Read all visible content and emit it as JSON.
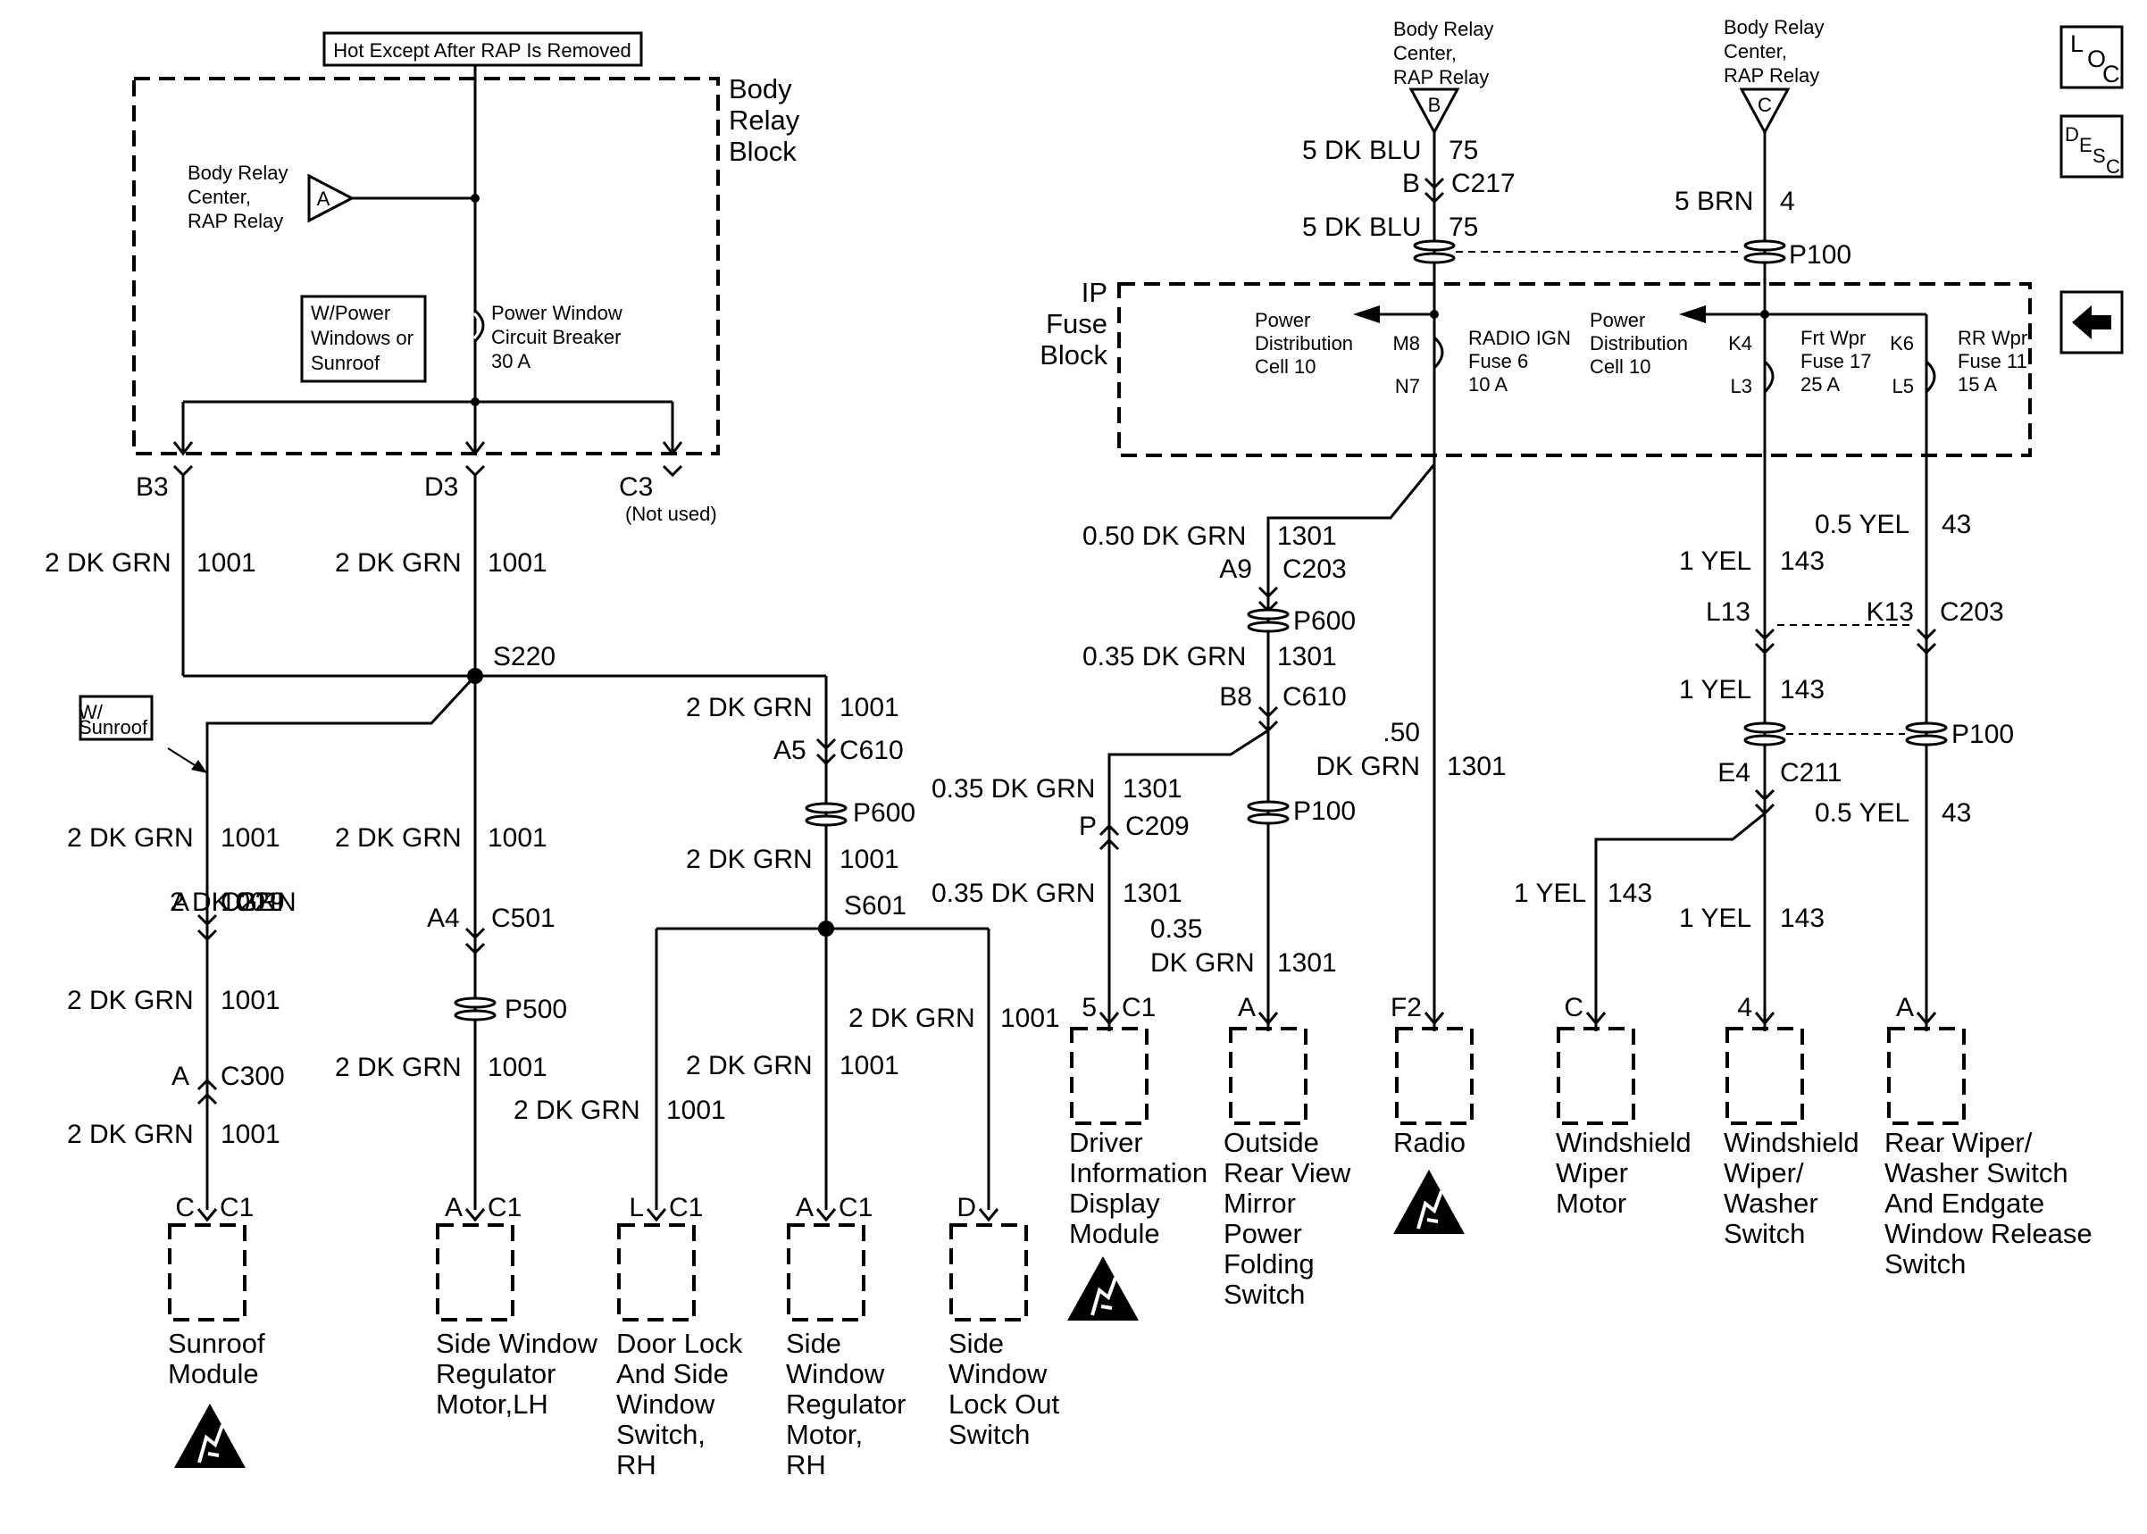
{
  "header": {
    "hot_label": "Hot Except After RAP Is Removed"
  },
  "body_relay_block": {
    "title": [
      "Body",
      "Relay",
      "Block"
    ],
    "rap_source": {
      "lines": [
        "Body Relay",
        "Center,",
        "RAP Relay"
      ],
      "tag": "A"
    },
    "option_box": [
      "W/Power",
      "Windows or",
      "Sunroof"
    ],
    "breaker": [
      "Power Window",
      "Circuit Breaker",
      "30 A"
    ],
    "outputs": [
      {
        "pin": "B3"
      },
      {
        "pin": "D3"
      },
      {
        "pin": "C3",
        "note": "(Not used)"
      }
    ]
  },
  "ip_fuse_block": {
    "title": [
      "IP",
      "Fuse",
      "Block"
    ],
    "fuses": [
      {
        "in_pin": "M8",
        "out_pin": "N7",
        "lines": [
          "RADIO IGN",
          "Fuse 6",
          "10 A"
        ]
      },
      {
        "in_pin": "K4",
        "out_pin": "L3",
        "lines": [
          "Frt Wpr",
          "Fuse 17",
          "25 A"
        ]
      },
      {
        "in_pin": "K6",
        "out_pin": "L5",
        "lines": [
          "RR Wpr",
          "Fuse 11",
          "15 A"
        ]
      }
    ],
    "pdc_labels": [
      [
        "Power",
        "Distribution",
        "Cell 10"
      ],
      [
        "Power",
        "Distribution",
        "Cell 10"
      ]
    ]
  },
  "feeds": [
    {
      "lines": [
        "Body Relay",
        "Center,",
        "RAP Relay"
      ],
      "tag": "B"
    },
    {
      "lines": [
        "Body Relay",
        "Center,",
        "RAP Relay"
      ],
      "tag": "C"
    }
  ],
  "side_icons": {
    "loc": [
      "L",
      "O",
      "C"
    ],
    "desc": [
      "D",
      "E",
      "S",
      "C"
    ],
    "arrow": "left-arrow-icon"
  },
  "splices": [
    "S220",
    "S601"
  ],
  "wire_labels": [
    "2 DK GRN",
    "1001",
    "2 DK GRN",
    "1001",
    "2 DK GRN",
    "1001",
    "2 DK GRN",
    "1001",
    "2 DK GRN",
    "1001",
    "2 DK GRN",
    "1001",
    "2 DK GRN",
    "1001",
    "2 DK GRN",
    "1001",
    "2 DK GRN",
    "1001",
    "2 DK GRN",
    "1001",
    "2 DK GRN",
    "1001",
    "2 DK GRN",
    "1001",
    "2 DK GRN",
    "1001",
    "5 DK BLU",
    "75",
    "5 DK BLU",
    "75",
    "5 BRN",
    "4",
    "0.50 DK GRN",
    "1301",
    "0.35 DK GRN",
    "1301",
    "0.35 DK GRN",
    "1301",
    "0.35 DK GRN",
    "1301",
    "0.35",
    "DK GRN",
    "1301",
    ".50",
    "DK GRN",
    "1301",
    "1 YEL",
    "143",
    "1 YEL",
    "143",
    "1 YEL",
    "143",
    "1 YEL",
    "143",
    "0.5 YEL",
    "43",
    "0.5 YEL",
    "43"
  ],
  "connectors": [
    "A",
    "C229",
    "A4",
    "C501",
    "A",
    "C300",
    "A5",
    "C610",
    "B",
    "C217",
    "A9",
    "C203",
    "B8",
    "C610",
    "P",
    "C209",
    "L13",
    "K13",
    "C203",
    "E4",
    "C211"
  ],
  "pass_throughs": [
    "P500",
    "P600",
    "P100",
    "P600",
    "P100",
    "P100",
    "P100"
  ],
  "components": [
    {
      "pin": "C",
      "conn": "C1",
      "lines": [
        "Sunroof",
        "Module"
      ],
      "esd": true
    },
    {
      "pin": "A",
      "conn": "C1",
      "lines": [
        "Side Window",
        "Regulator",
        "Motor,LH"
      ],
      "esd": false
    },
    {
      "pin": "L",
      "conn": "C1",
      "lines": [
        "Door Lock",
        "And Side",
        "Window",
        "Switch,",
        "RH"
      ],
      "esd": false
    },
    {
      "pin": "A",
      "conn": "C1",
      "lines": [
        "Side",
        "Window",
        "Regulator",
        "Motor,",
        "RH"
      ],
      "esd": false
    },
    {
      "pin": "D",
      "conn": "",
      "lines": [
        "Side",
        "Window",
        "Lock Out",
        "Switch"
      ],
      "esd": false
    },
    {
      "pin": "5",
      "conn": "C1",
      "lines": [
        "Driver",
        "Information",
        "Display",
        "Module"
      ],
      "esd": true
    },
    {
      "pin": "A",
      "conn": "",
      "lines": [
        "Outside",
        "Rear View",
        "Mirror",
        "Power",
        "Folding",
        "Switch"
      ],
      "esd": false
    },
    {
      "pin": "F2",
      "conn": "",
      "lines": [
        "Radio"
      ],
      "esd": true
    },
    {
      "pin": "C",
      "conn": "",
      "lines": [
        "Windshield",
        "Wiper",
        "Motor"
      ],
      "esd": false
    },
    {
      "pin": "4",
      "conn": "",
      "lines": [
        "Windshield",
        "Wiper/",
        "Washer",
        "Switch"
      ],
      "esd": false
    },
    {
      "pin": "A",
      "conn": "",
      "lines": [
        "Rear Wiper/",
        "Washer Switch",
        "And Endgate",
        "Window Release",
        "Switch"
      ],
      "esd": false
    }
  ]
}
